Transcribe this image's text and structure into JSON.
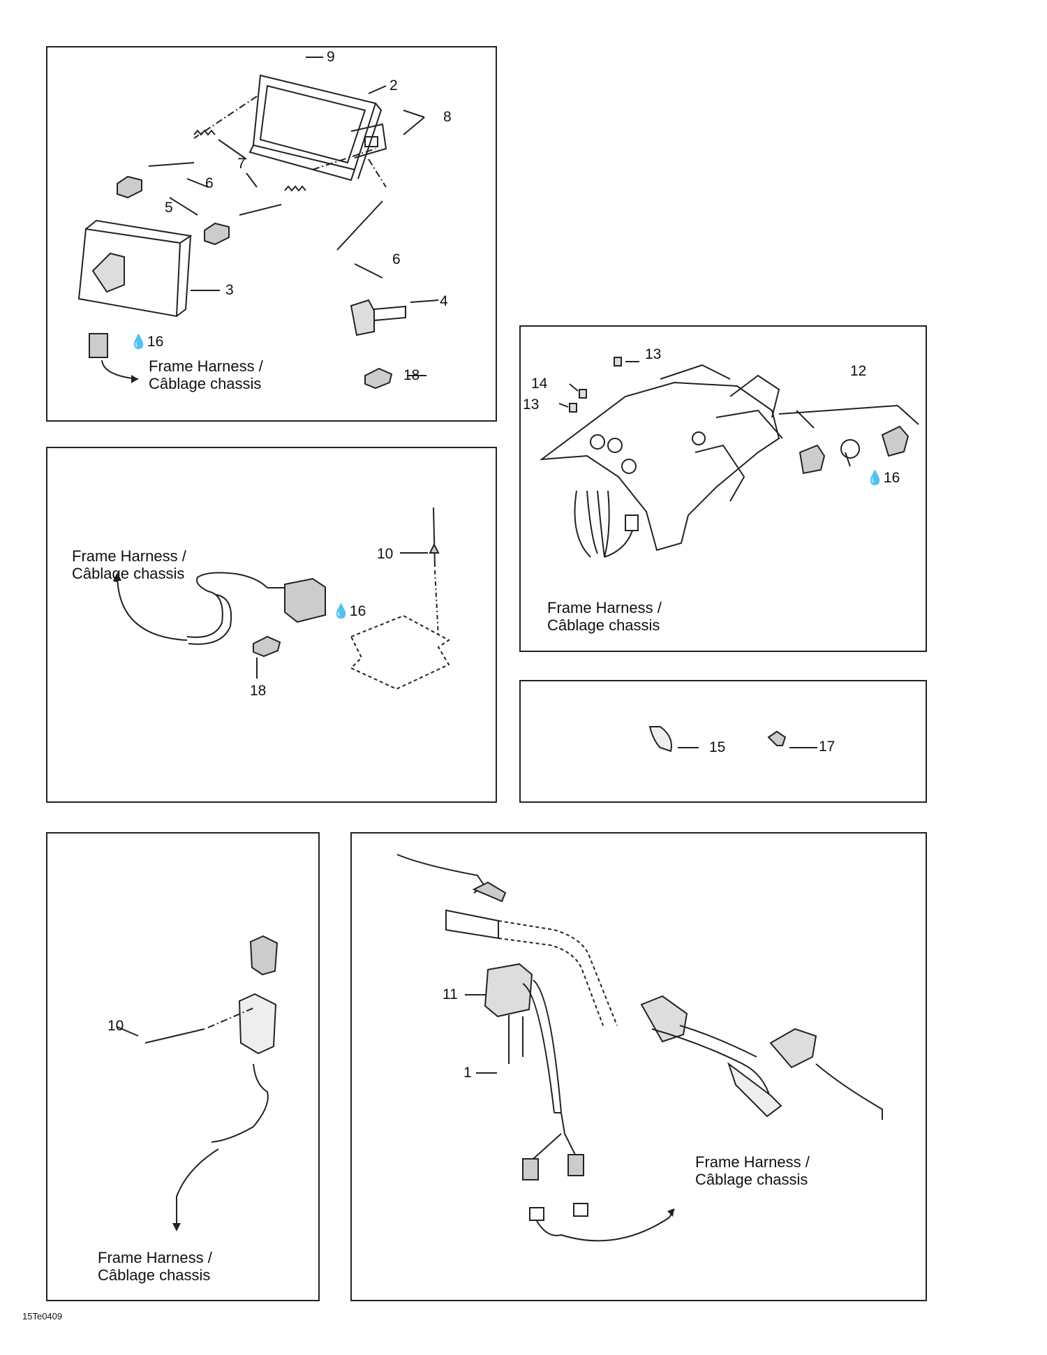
{
  "harness_label": {
    "line1": "Frame Harness /",
    "line2": "Câblage chassis"
  },
  "drop_icon": "drop-icon",
  "panels": {
    "headlight": {
      "callouts": {
        "c9": "9",
        "c2": "2",
        "c8": "8",
        "c7": "7",
        "c6a": "6",
        "c5": "5",
        "c6b": "6",
        "c3": "3",
        "c4": "4",
        "c16": "16",
        "c18": "18"
      }
    },
    "harness_switch": {
      "callouts": {
        "c10": "10",
        "c16": "16",
        "c18": "18"
      }
    },
    "dash_console": {
      "callouts": {
        "c13a": "13",
        "c14": "14",
        "c13b": "13",
        "c12": "12",
        "c16": "16"
      }
    },
    "clips": {
      "callouts": {
        "c15": "15",
        "c17": "17"
      }
    },
    "fuse": {
      "callouts": {
        "c10": "10"
      }
    },
    "handlebar": {
      "callouts": {
        "c11": "11",
        "c1": "1"
      }
    }
  },
  "figure_code": "15Te0409"
}
